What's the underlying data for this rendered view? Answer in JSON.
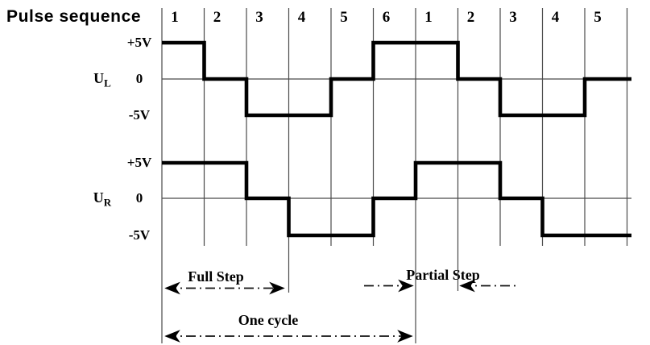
{
  "title": "Pulse sequence",
  "pulse_numbers": [
    "1",
    "2",
    "3",
    "4",
    "5",
    "6",
    "1",
    "2",
    "3",
    "4",
    "5"
  ],
  "signals": [
    {
      "name": "U_L",
      "base": "U",
      "subscript": "L",
      "level_labels": [
        "+5V",
        "0",
        "-5V"
      ],
      "values_by_pulse": [
        5,
        0,
        -5,
        -5,
        0,
        5,
        5,
        0,
        -5,
        -5,
        0
      ]
    },
    {
      "name": "U_R",
      "base": "U",
      "subscript": "R",
      "level_labels": [
        "+5V",
        "0",
        "-5V"
      ],
      "values_by_pulse": [
        5,
        5,
        0,
        -5,
        -5,
        0,
        5,
        5,
        0,
        -5,
        -5
      ]
    }
  ],
  "annotations": {
    "full_step": "Full Step",
    "partial_step": "Partial Step",
    "one_cycle": "One cycle"
  },
  "colors": {
    "ink": "#000000",
    "grid": "#4a4a4a",
    "background": "#ffffff"
  },
  "chart_data": {
    "type": "line",
    "subtype": "step-timing-diagram",
    "title": "Pulse sequence",
    "x_categories": [
      "1",
      "2",
      "3",
      "4",
      "5",
      "6",
      "1",
      "2",
      "3",
      "4",
      "5"
    ],
    "y_levels": [
      5,
      0,
      -5
    ],
    "y_unit": "V",
    "series": [
      {
        "name": "U_L",
        "values": [
          5,
          0,
          -5,
          -5,
          0,
          5,
          5,
          0,
          -5,
          -5,
          0
        ]
      },
      {
        "name": "U_R",
        "values": [
          5,
          5,
          0,
          -5,
          -5,
          0,
          5,
          5,
          0,
          -5,
          -5
        ]
      }
    ],
    "span_annotations": [
      {
        "label": "Full Step",
        "from_boundary": 0,
        "to_boundary": 3
      },
      {
        "label": "Partial Step",
        "from_boundary": 6,
        "to_boundary": 7
      },
      {
        "label": "One cycle",
        "from_boundary": 0,
        "to_boundary": 6
      }
    ]
  }
}
